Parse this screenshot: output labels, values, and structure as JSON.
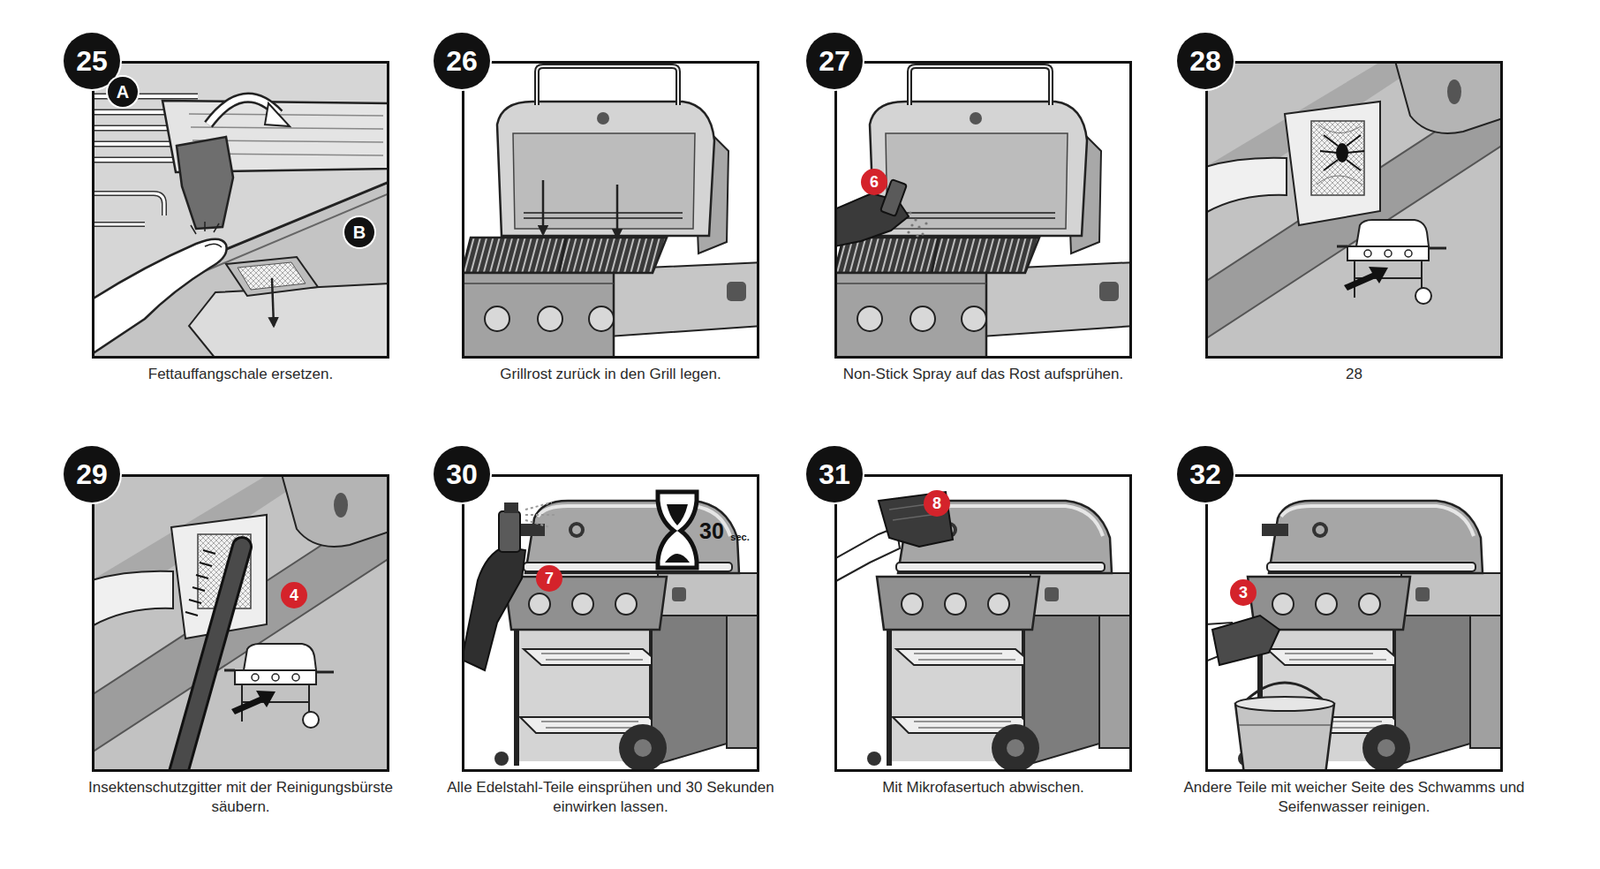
{
  "diagram": {
    "nodes": [
      {
        "text": [
          "Fettauffangschale ersetzen."
        ]
      },
      {
        "text": [
          "25"
        ],
        "in": 0
      },
      {
        "text": [
          "Grillrost zurück in den Grill legen."
        ]
      },
      {
        "text": [
          "26"
        ],
        "in": 2
      },
      {
        "text": [
          "Non-Stick Spray auf das Rost aufsprühen."
        ]
      },
      {
        "text": [
          "27"
        ],
        "in": 4
      },
      {
        "text": [
          "28"
        ]
      },
      {
        "text": [
          "28"
        ],
        "in": 6
      },
      {
        "text": [
          "Insektenschutzgitter mit der Reinigungsbürste säubern."
        ]
      },
      {
        "text": [
          "29"
        ],
        "in": 8
      },
      {
        "text": [
          "Alle Edelstahl-Teile einsprühen und 30 Sekunden einwirken lassen."
        ]
      },
      {
        "text": [
          "30"
        ],
        "in": 10
      },
      {
        "text": [
          "Mit Mikrofasertuch abwischen."
        ]
      },
      {
        "text": [
          "31"
        ],
        "in": 12
      },
      {
        "text": [
          "Andere Teile mit weicher Seite des Schwamms und Seifenwasser reinigen."
        ]
      },
      {
        "text": [
          "32"
        ],
        "in": 14
      }
    ],
    "labels": [
      "A",
      "B",
      "6",
      "4",
      "7",
      "30",
      "sec.",
      "8",
      "3"
    ]
  }
}
